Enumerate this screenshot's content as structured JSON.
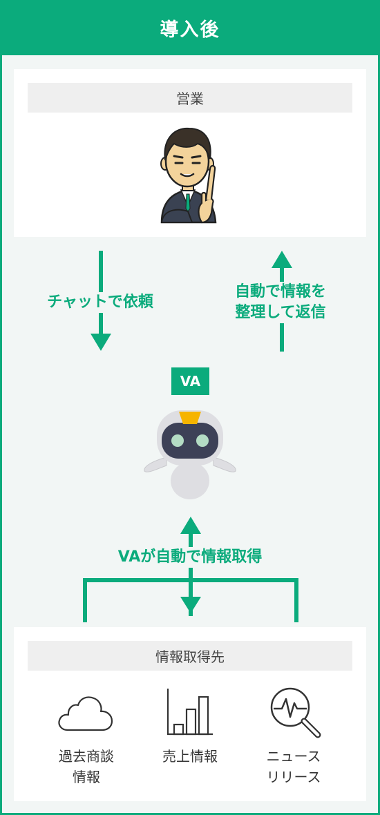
{
  "header": {
    "title": "導入後"
  },
  "sales_card": {
    "title": "営業"
  },
  "flow": {
    "request_label": "チャットで依頼",
    "reply_label_line1": "自動で情報を",
    "reply_label_line2": "整理して返信",
    "va_tag": "VA",
    "acquire_label": "VAが自動で情報取得"
  },
  "source_card": {
    "title": "情報取得先",
    "items": [
      {
        "label": "過去商談\n情報",
        "icon": "cloud-icon"
      },
      {
        "label": "売上情報",
        "icon": "bar-chart-icon"
      },
      {
        "label": "ニュース\nリリース",
        "icon": "search-chart-icon"
      }
    ]
  },
  "colors": {
    "accent": "#0bab7c",
    "panel_bg": "#f2f6f5",
    "title_bg": "#efefef"
  }
}
